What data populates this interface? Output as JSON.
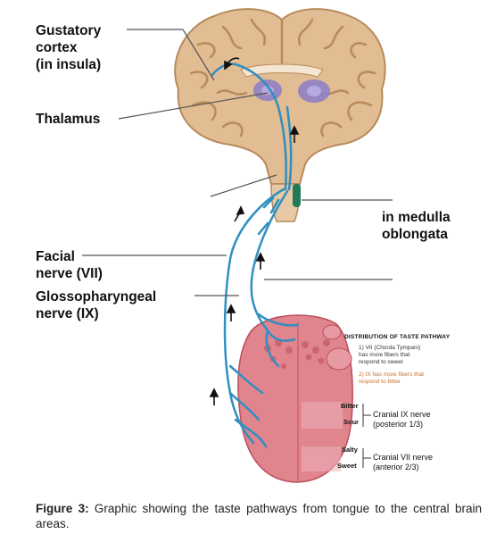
{
  "labels": {
    "gustatory_line1": "Gustatory",
    "gustatory_line2": "cortex",
    "gustatory_line3": "(in insula)",
    "thalamus": "Thalamus",
    "medulla_line1": "in medulla",
    "medulla_line2": "oblongata",
    "facial_line1": "Facial",
    "facial_line2": "nerve (VII)",
    "glosso_line1": "Glossopharyngeal",
    "glosso_line2": "nerve (IX)"
  },
  "inset": {
    "title": "DISTRIBUTION OF TASTE PATHWAY",
    "note1_line1": "1) VII (Chorda Tympani)",
    "note1_line2": "has more fibers that",
    "note1_line3": "respond to sweet",
    "note2_line1": "2) IX has more fibers that",
    "note2_line2": "respond to bitter",
    "bitter": "Bitter",
    "sour": "Sour",
    "salty": "Salty",
    "sweet": "Sweet",
    "ix_label_line1": "Cranial IX nerve",
    "ix_label_line2": "(posterior 1/3)",
    "vii_label_line1": "Cranial VII nerve",
    "vii_label_line2": "(anterior 2/3)"
  },
  "caption": {
    "prefix": "Figure 3:",
    "text": " Graphic showing the taste pathways from tongue to the central brain areas."
  },
  "colors": {
    "brain_tan": "#e2bc92",
    "brain_shadow": "#b88a5c",
    "thalamus_purple": "#8f7fc4",
    "nerve_blue": "#2f8fc0",
    "medulla_green": "#1f7a58",
    "tongue_pink": "#e0848e",
    "tongue_dark": "#b94e5c",
    "note2_orange": "#c8712a"
  }
}
